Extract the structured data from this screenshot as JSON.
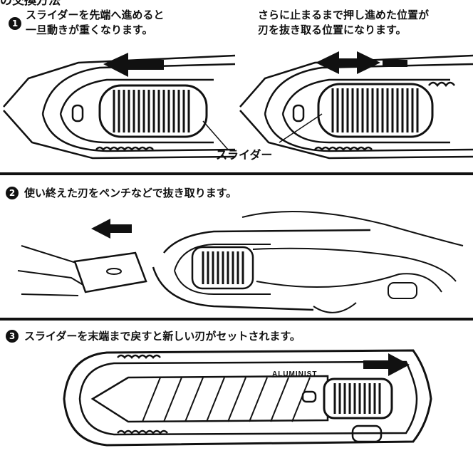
{
  "header_fragment": "の交換方法",
  "step1": {
    "number": "1",
    "left_text_line1": "スライダーを先端へ進めると",
    "left_text_line2": "一旦動きが重くなります。",
    "right_text_line1": "さらに止まるまで押し進めた位置が",
    "right_text_line2": "刃を抜き取る位置になります。",
    "callout_label": "スライダー"
  },
  "step2": {
    "number": "2",
    "text": "使い終えた刃をペンチなどで抜き取ります。"
  },
  "step3": {
    "number": "3",
    "text": "スライダーを末端まで戻すと新しい刃がセットされます。",
    "brand": "ALUMINIST"
  }
}
